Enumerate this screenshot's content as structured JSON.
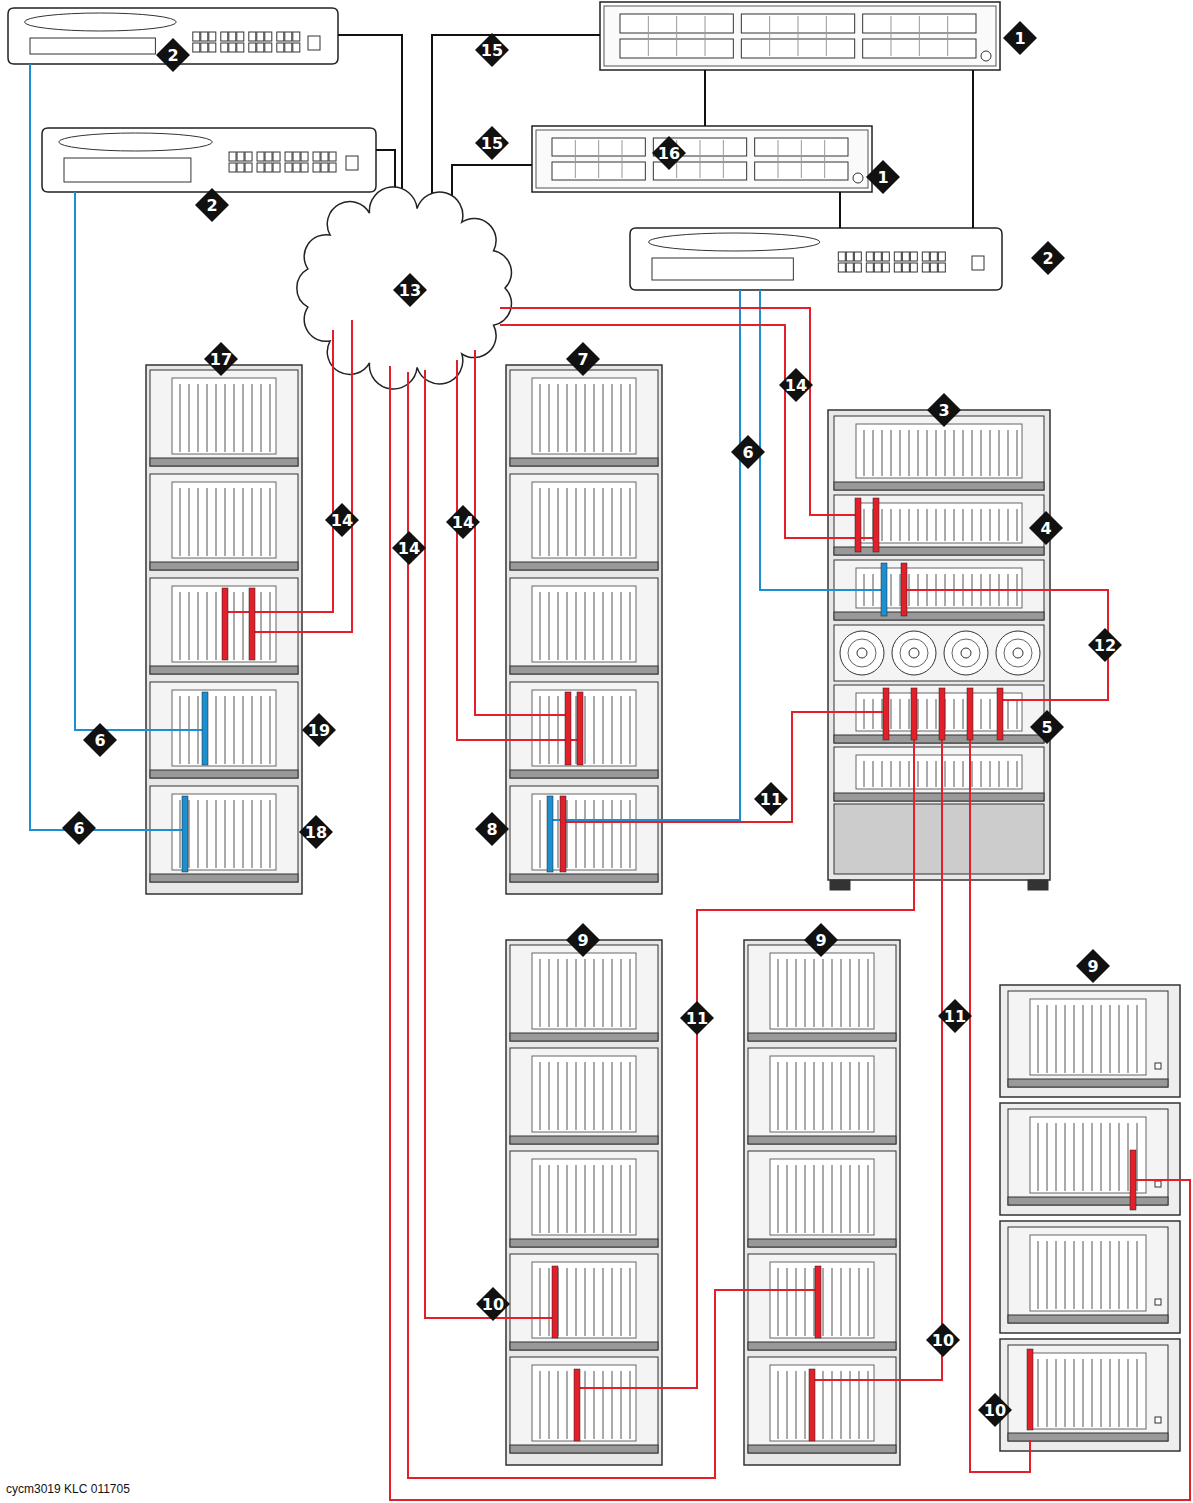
{
  "diagram": {
    "labels": [
      "15",
      "1",
      "2",
      "16",
      "15",
      "1",
      "2",
      "2",
      "13",
      "17",
      "7",
      "14",
      "3",
      "6",
      "4",
      "14",
      "14",
      "14",
      "12",
      "19",
      "5",
      "6",
      "11",
      "8",
      "6",
      "18",
      "9",
      "9",
      "11",
      "11",
      "9",
      "10",
      "10",
      "10",
      "cycm3019 KLC 011705"
    ]
  }
}
